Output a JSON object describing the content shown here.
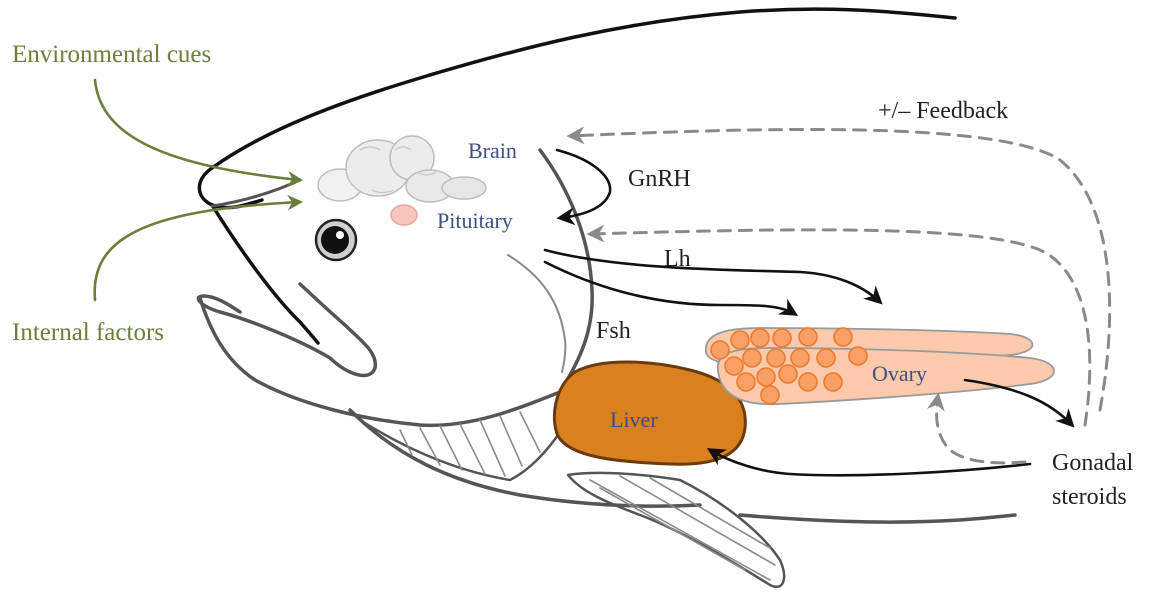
{
  "labels": {
    "environmental_cues": "Environmental cues",
    "internal_factors": "Internal factors",
    "brain": "Brain",
    "pituitary": "Pituitary",
    "gnrh": "GnRH",
    "lh": "Lh",
    "fsh": "Fsh",
    "feedback": "+/– Feedback",
    "liver": "Liver",
    "ovary": "Ovary",
    "gonadal": "Gonadal",
    "steroids": "steroids"
  },
  "colors": {
    "cue_text": "#6a7f3c",
    "organ_text": "#3d4f86",
    "liver_fill": "#d9801f",
    "ovary_fill": "#fbc9ac",
    "egg_fill": "#f9a066",
    "pituitary_fill": "#f7c5bd"
  }
}
